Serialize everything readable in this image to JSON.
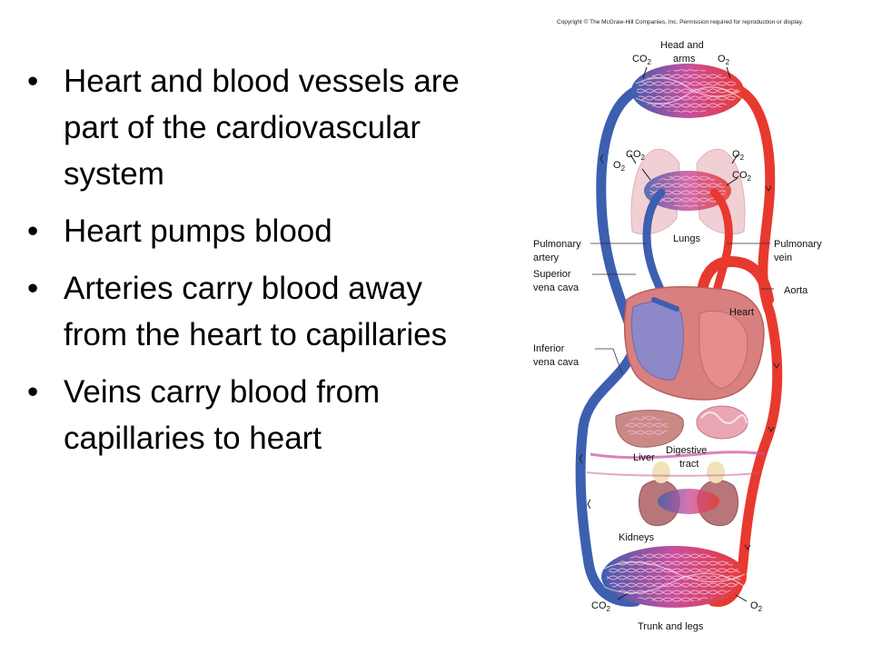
{
  "bullets": [
    "Heart and blood vessels are part of the cardiovascular system",
    "Heart pumps blood",
    "Arteries carry blood away from the heart to capillaries",
    "Veins carry blood from capillaries to heart"
  ],
  "bullet_glyph": "•",
  "figure": {
    "copyright": "Copyright © The McGraw-Hill Companies, Inc. Permission required for reproduction or display.",
    "labels": {
      "head_and_arms": [
        "Head and",
        "arms"
      ],
      "lungs": "Lungs",
      "pulmonary_artery": [
        "Pulmonary",
        "artery"
      ],
      "superior_vena_cava": [
        "Superior",
        "vena cava"
      ],
      "pulmonary_vein": [
        "Pulmonary",
        "vein"
      ],
      "aorta": "Aorta",
      "heart": "Heart",
      "inferior_vena_cava": [
        "Inferior",
        "vena cava"
      ],
      "liver": "Liver",
      "digestive_tract": [
        "Digestive",
        "tract"
      ],
      "kidneys": "Kidneys",
      "trunk_and_legs": "Trunk and legs"
    },
    "gas_labels": {
      "co2": "CO",
      "o2": "O",
      "subscript": "2"
    },
    "colors": {
      "oxygenated": "#e8392e",
      "deoxygenated": "#3c5fb0",
      "capillary": "#c94f9c",
      "organ": "#c98a86",
      "lung": "#f0d0d4",
      "heart": "#d7807f",
      "heart_chamber_right": "#8d88c8"
    }
  }
}
